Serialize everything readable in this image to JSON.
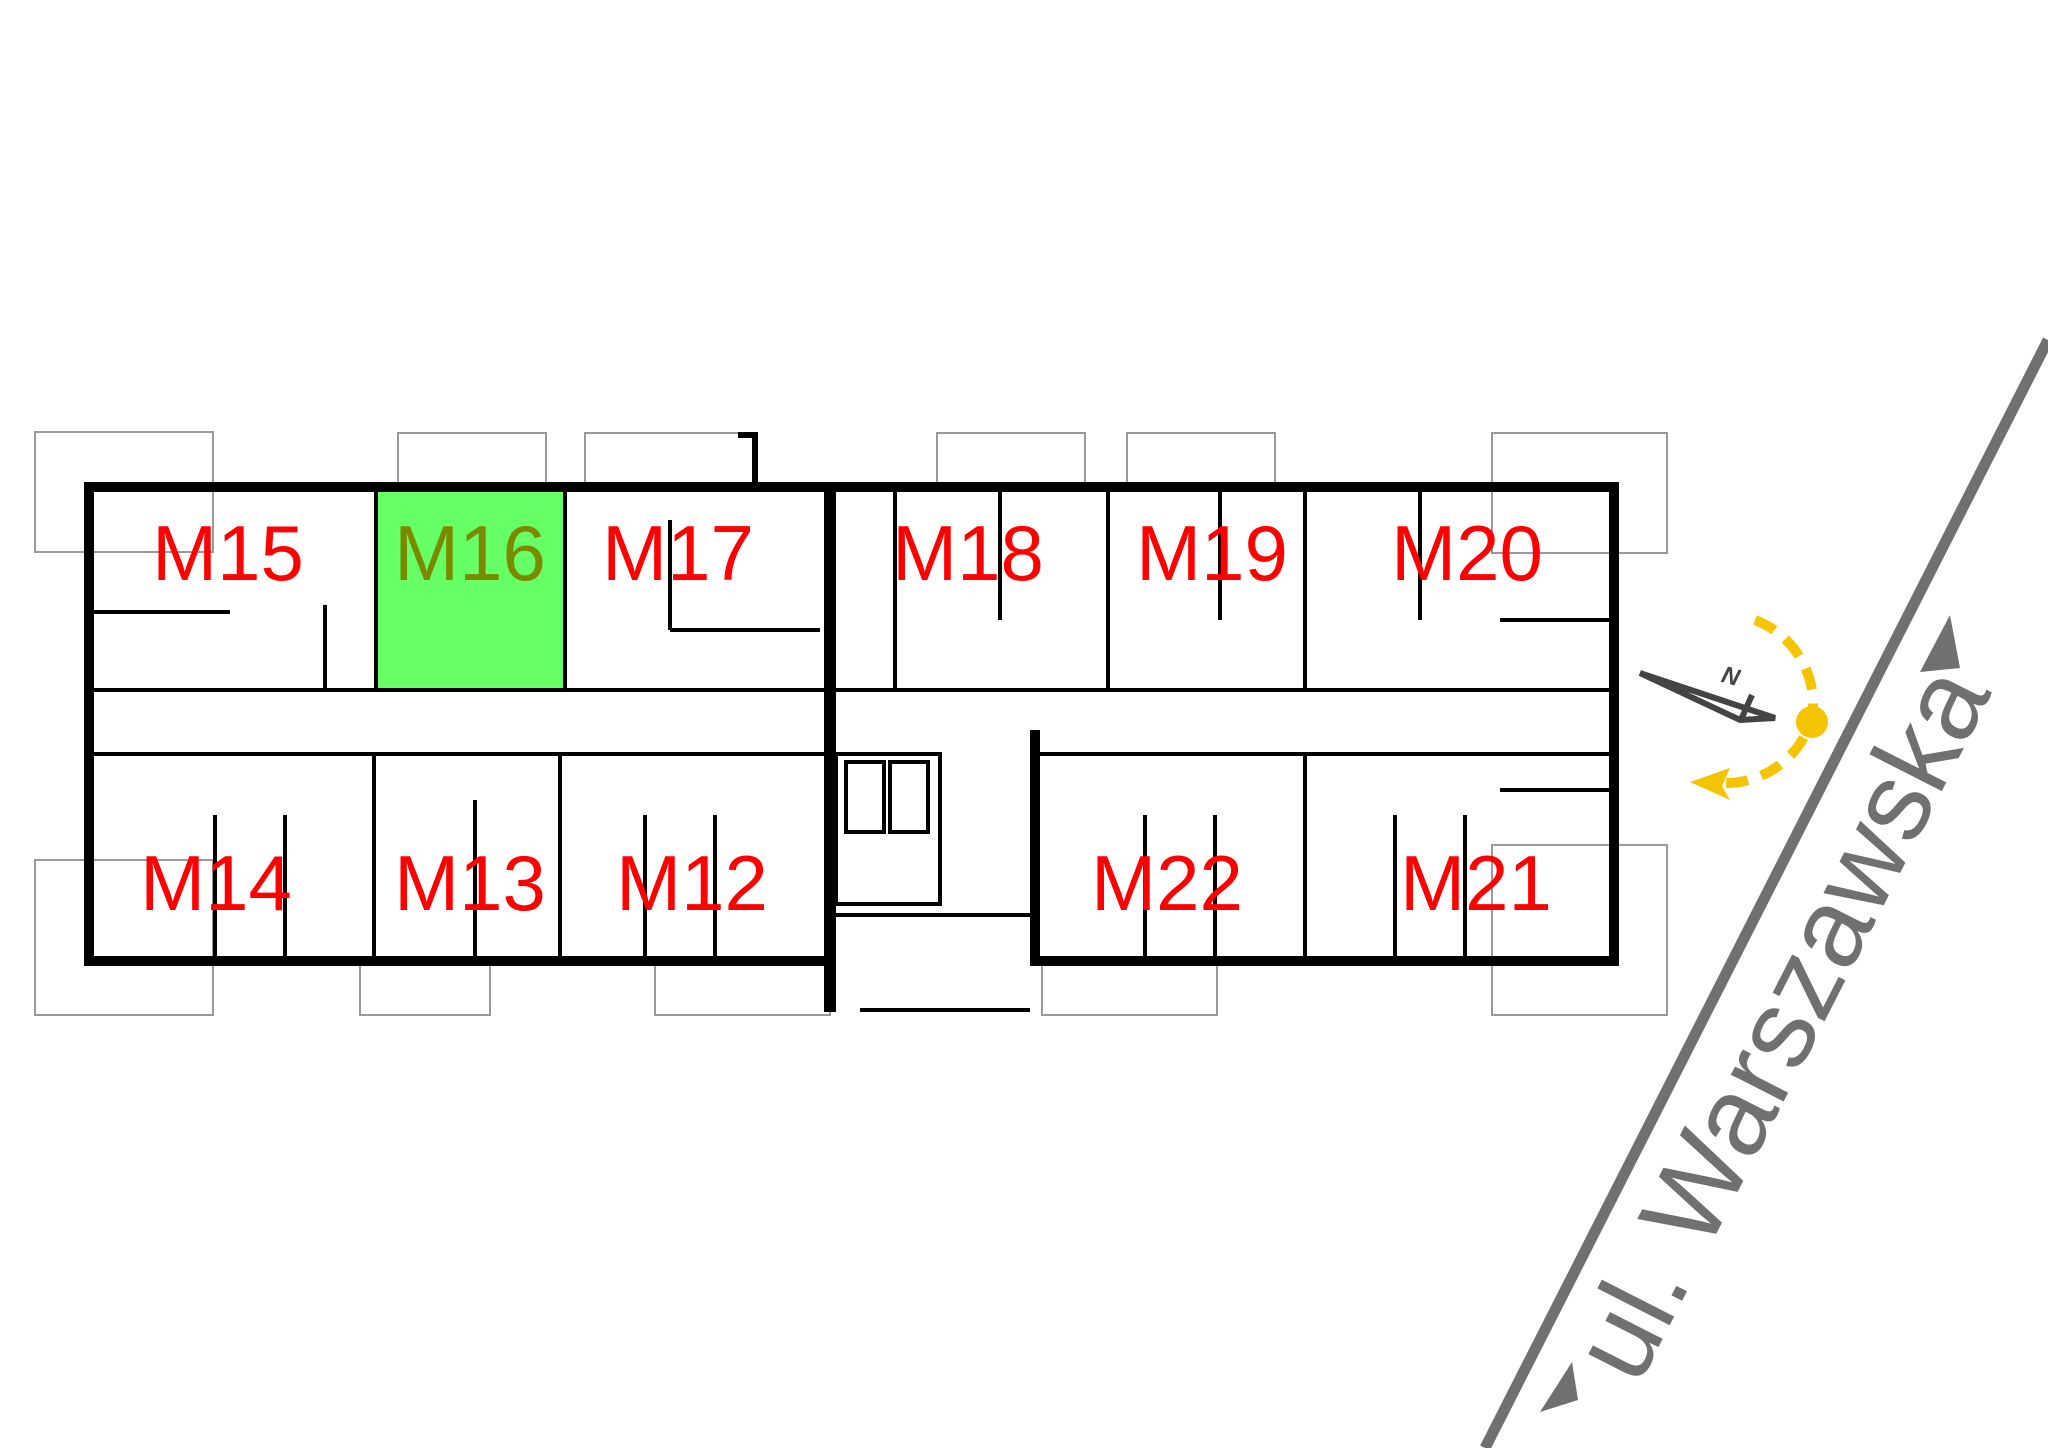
{
  "units": [
    {
      "id": "M15",
      "label": "M15",
      "selected": false
    },
    {
      "id": "M16",
      "label": "M16",
      "selected": true
    },
    {
      "id": "M17",
      "label": "M17",
      "selected": false
    },
    {
      "id": "M18",
      "label": "M18",
      "selected": false
    },
    {
      "id": "M19",
      "label": "M19",
      "selected": false
    },
    {
      "id": "M20",
      "label": "M20",
      "selected": false
    },
    {
      "id": "M14",
      "label": "M14",
      "selected": false
    },
    {
      "id": "M13",
      "label": "M13",
      "selected": false
    },
    {
      "id": "M12",
      "label": "M12",
      "selected": false
    },
    {
      "id": "M22",
      "label": "M22",
      "selected": false
    },
    {
      "id": "M21",
      "label": "M21",
      "selected": false
    }
  ],
  "street": {
    "name": "ul. Warszawska"
  },
  "compass": {
    "north_label": "N"
  },
  "colors": {
    "label": "#ff0000",
    "selected_fill": "#66ff66",
    "selected_label": "#7a8a00",
    "road": "#707070",
    "sun": "#f5c400"
  }
}
